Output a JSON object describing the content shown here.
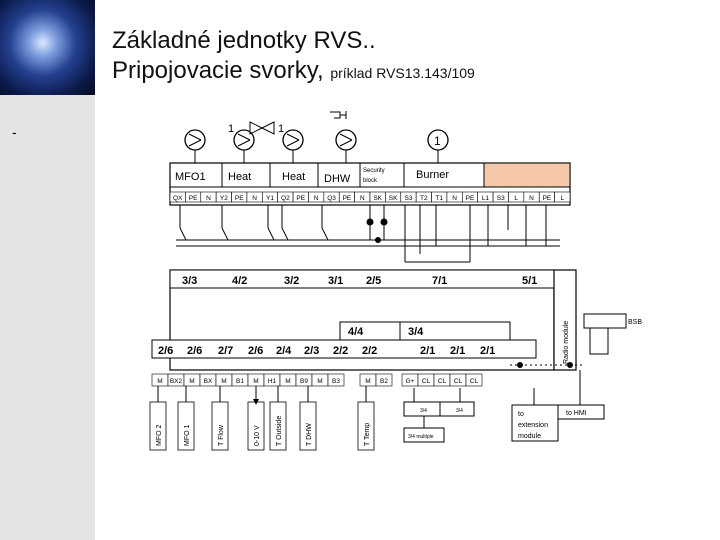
{
  "slide": {
    "title_line1": "Základné jednotky RVS..",
    "title_line2": "Pripojovacie svorky,",
    "title_example": "príklad RVS13.143/109",
    "bullet": "-"
  },
  "diagram": {
    "top_labels": [
      "MFO1",
      "Heat",
      "Heat",
      "DHW",
      "Burner"
    ],
    "security_label_1": "Security",
    "security_label_2": "block",
    "top_icon_labels": [
      "1",
      "1",
      "1"
    ],
    "top_terminals": [
      "QX",
      "PE",
      "N",
      "Y2",
      "PE",
      "N",
      "Y1",
      "Q2",
      "PE",
      "N",
      "Q3",
      "PE",
      "N",
      "SK",
      "SK",
      "S3",
      "T2",
      "T1",
      "N",
      "PE",
      "L1",
      "S3",
      "L",
      "N",
      "PE",
      "L"
    ],
    "row1_codes": [
      "3/3",
      "4/2",
      "3/2",
      "3/1",
      "2/5",
      "7/1",
      "5/1"
    ],
    "radio_module": "Radio module",
    "bsb": "BSB",
    "row2_codes": [
      "2/6",
      "2/6",
      "2/7",
      "2/6",
      "2/4",
      "2/3",
      "2/2",
      "2/2",
      "2/1",
      "2/1",
      "2/1"
    ],
    "row2_top_codes": [
      "4/4",
      "3/4"
    ],
    "bottom_terminals": [
      "M",
      "BX2",
      "M",
      "BX",
      "M",
      "B1",
      "M",
      "H1",
      "M",
      "B9",
      "M",
      "B3",
      "M",
      "B2",
      "G+",
      "CL",
      "CL",
      "CL",
      "CL"
    ],
    "sensors": [
      "MFO 2",
      "MFO 1",
      "T Flow",
      "0-10 V",
      "T Outside",
      "T DHW",
      "T Temp"
    ],
    "small_labels": [
      "3/4",
      "3/4",
      "3/4 multiple"
    ],
    "extension_1": "to",
    "extension_2": "extension",
    "extension_3": "module",
    "hmi": "to HMI"
  },
  "colors": {
    "burner_box": "#f4c8a8",
    "sidebar": "#e4e4e4"
  }
}
